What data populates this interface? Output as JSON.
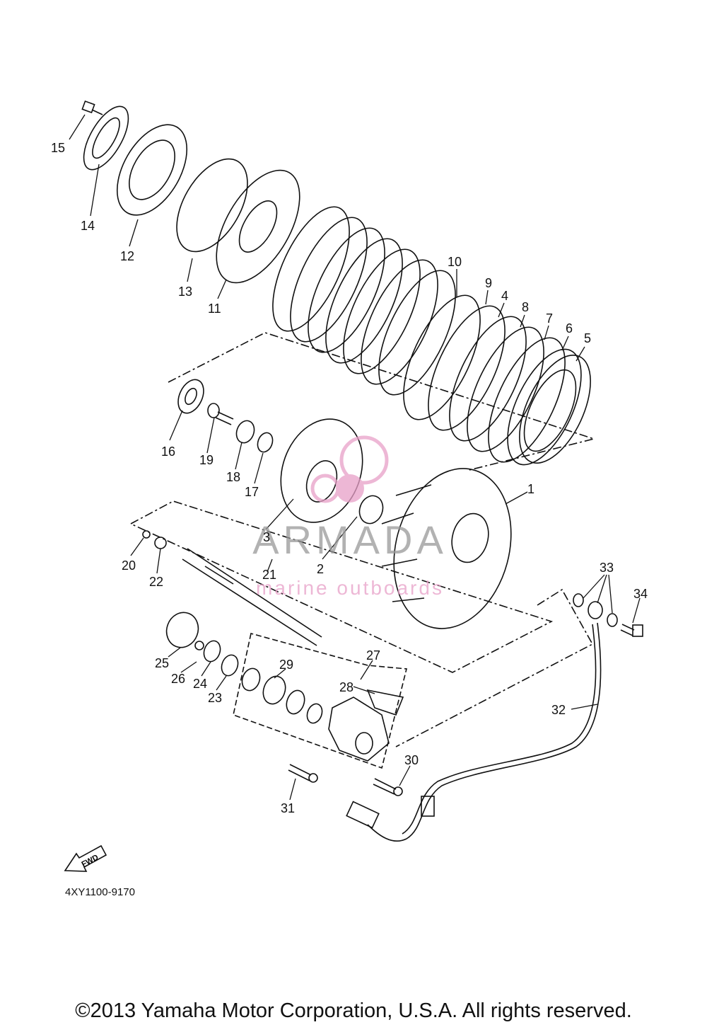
{
  "diagram": {
    "part_numbers": [
      "1",
      "2",
      "3",
      "4",
      "5",
      "6",
      "7",
      "8",
      "9",
      "10",
      "11",
      "12",
      "13",
      "14",
      "15",
      "16",
      "17",
      "18",
      "19",
      "20",
      "21",
      "22",
      "23",
      "24",
      "25",
      "26",
      "27",
      "28",
      "29",
      "30",
      "31",
      "32",
      "33",
      "34"
    ],
    "diagram_code": "4XY1100-9170",
    "fwd_label": "FWD"
  },
  "watermark": {
    "brand": "ARMADA",
    "tagline": "marine outboards",
    "color": "#e8a0c8"
  },
  "footer": {
    "copyright": "©2013 Yamaha Motor Corporation, U.S.A. All rights reserved."
  }
}
